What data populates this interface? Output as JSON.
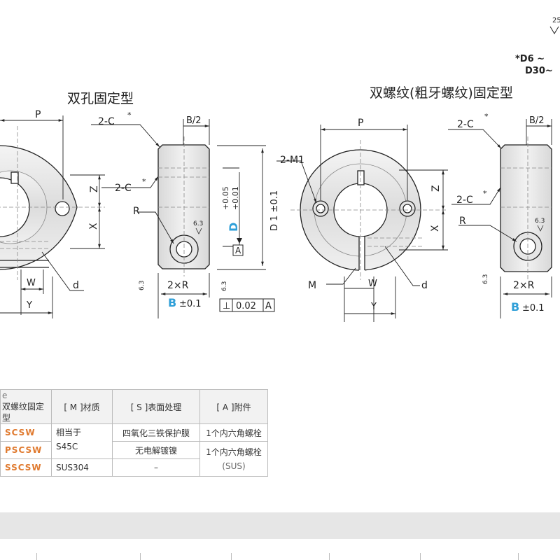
{
  "top_right": {
    "mark": "25",
    "range1": "*D6 ~",
    "range2": "D30~"
  },
  "titles": {
    "left": "双孔固定型",
    "right": "双螺纹(粗牙螺纹)固定型"
  },
  "labels": {
    "P": "P",
    "C2": "2-C",
    "star": "*",
    "B2": "B/2",
    "Z": "Z",
    "X": "X",
    "W": "W",
    "Y": "Y",
    "d": "d",
    "R": "R",
    "M": "M",
    "M1": "2-M1",
    "D": "D",
    "D1": "D 1 ±0.1",
    "tol_up": "+0.05",
    "tol_lo": "+0.01",
    "A": "A",
    "two_R": "2×R",
    "B": "B",
    "B_tol": "±0.1",
    "rough": "6.3",
    "flat": "⊥",
    "flat_val": "0.02",
    "flat_ref": "A"
  },
  "table": {
    "header": {
      "col0_line1": "e",
      "col0_line2": "双螺纹固定型",
      "material": "[ M ]材质",
      "surface": "[ S ]表面处理",
      "accessory": "[ A ]附件"
    },
    "rows": [
      {
        "code": "SCSW",
        "material": "相当于",
        "surface": "四氧化三铁保护膜",
        "accessory": "1个内六角螺栓"
      },
      {
        "code": "PSCSW",
        "material": "S45C",
        "surface": "无电解镀镍",
        "accessory": "1个内六角螺栓"
      },
      {
        "code": "SSCSW",
        "material": "SUS304",
        "surface": "–",
        "accessory": "(SUS)"
      }
    ]
  }
}
